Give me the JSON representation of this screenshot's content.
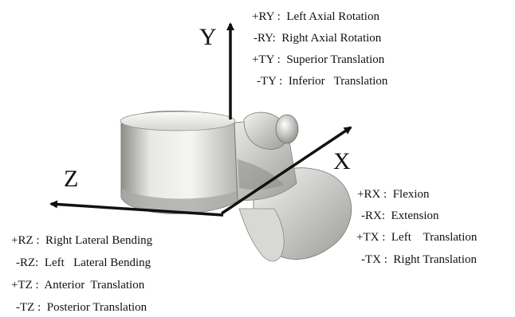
{
  "axes": {
    "y": {
      "letter": "Y"
    },
    "x": {
      "letter": "X"
    },
    "z": {
      "letter": "Z"
    }
  },
  "legends": {
    "y": [
      "+RY :  Left Axial Rotation",
      "-RY:  Right Axial Rotation",
      "+TY :  Superior Translation",
      "-TY :  Inferior   Translation"
    ],
    "x": [
      "+RX :  Flexion",
      "-RX:  Extension",
      "+TX :  Left    Translation",
      "-TX :  Right Translation"
    ],
    "z": [
      "+RZ :  Right Lateral Bending",
      "-RZ:  Left   Lateral Bending",
      "+TZ :  Anterior  Translation",
      "-TZ :  Posterior Translation"
    ]
  },
  "colors": {
    "ink": "#111111",
    "bone_light": "#f2f2f0",
    "bone_mid": "#c9c9c6",
    "bone_dark": "#7d7d7a"
  }
}
